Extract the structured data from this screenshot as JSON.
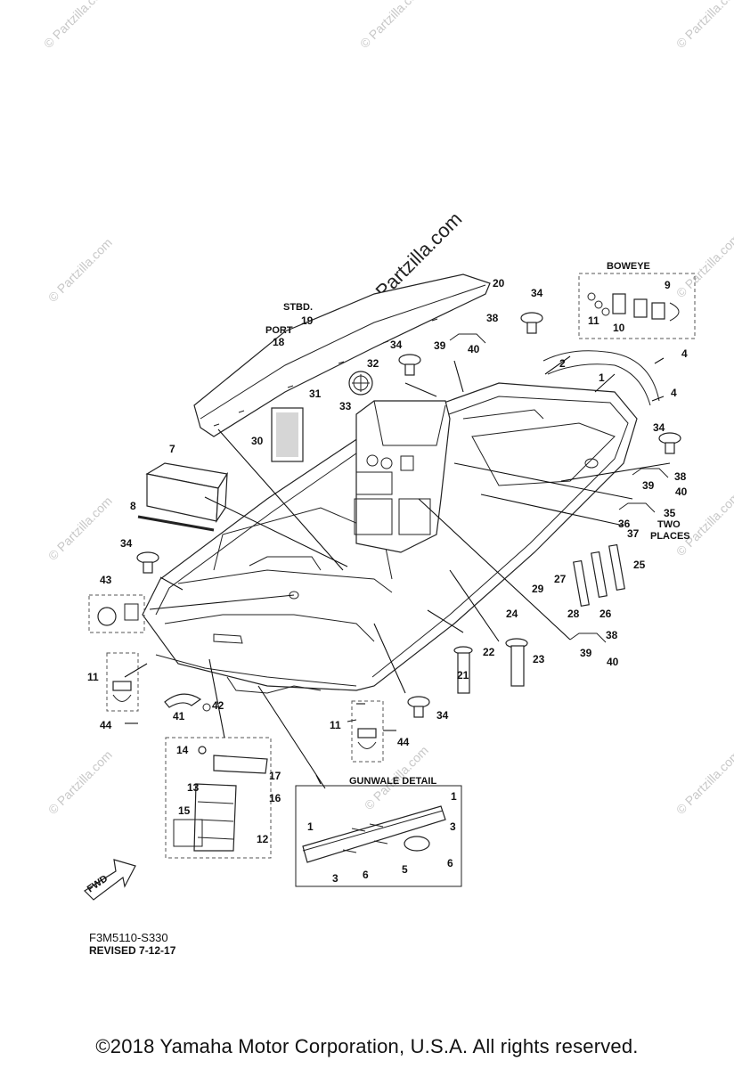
{
  "watermark": "© Partzilla.com",
  "headers": {
    "boweye": "BOWEYE",
    "stbd": "STBD.",
    "port": "PORT",
    "gunwale_detail": "GUNWALE DETAIL",
    "two": "TWO",
    "places": "PLACES",
    "fwd": "FWD"
  },
  "callouts": {
    "c1": "1",
    "c2": "2",
    "c3": "3",
    "c4": "4",
    "c5": "5",
    "c6": "6",
    "c7": "7",
    "c8": "8",
    "c9": "9",
    "c10": "10",
    "c11": "11",
    "c12": "12",
    "c13": "13",
    "c14": "14",
    "c15": "15",
    "c16": "16",
    "c17": "17",
    "c18": "18",
    "c19": "19",
    "c20": "20",
    "c21": "21",
    "c22": "22",
    "c23": "23",
    "c24": "24",
    "c25": "25",
    "c26": "26",
    "c27": "27",
    "c28": "28",
    "c29": "29",
    "c30": "30",
    "c31": "31",
    "c32": "32",
    "c33": "33",
    "c34": "34",
    "c35": "35",
    "c36": "36",
    "c37": "37",
    "c38": "38",
    "c39": "39",
    "c40": "40",
    "c41": "41",
    "c42": "42",
    "c43": "43",
    "c44": "44"
  },
  "footer": {
    "diagram_code": "F3M5110-S330",
    "revised": "REVISED 7-12-17",
    "copyright": "©2018  Yamaha Motor Corporation, U.S.A. All rights reserved."
  }
}
